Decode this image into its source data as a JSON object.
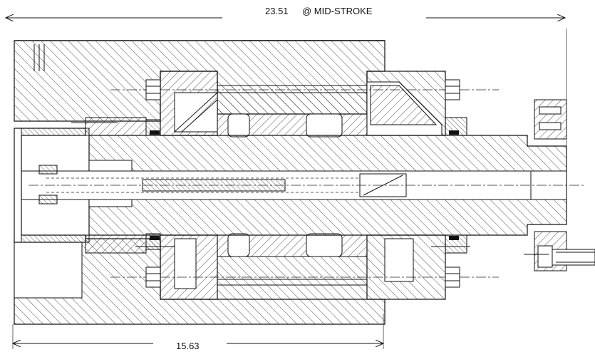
{
  "dimensions": {
    "top": {
      "value": "23.51",
      "note": "@ MID-STROKE"
    },
    "bottom": {
      "value": "15.63"
    }
  }
}
